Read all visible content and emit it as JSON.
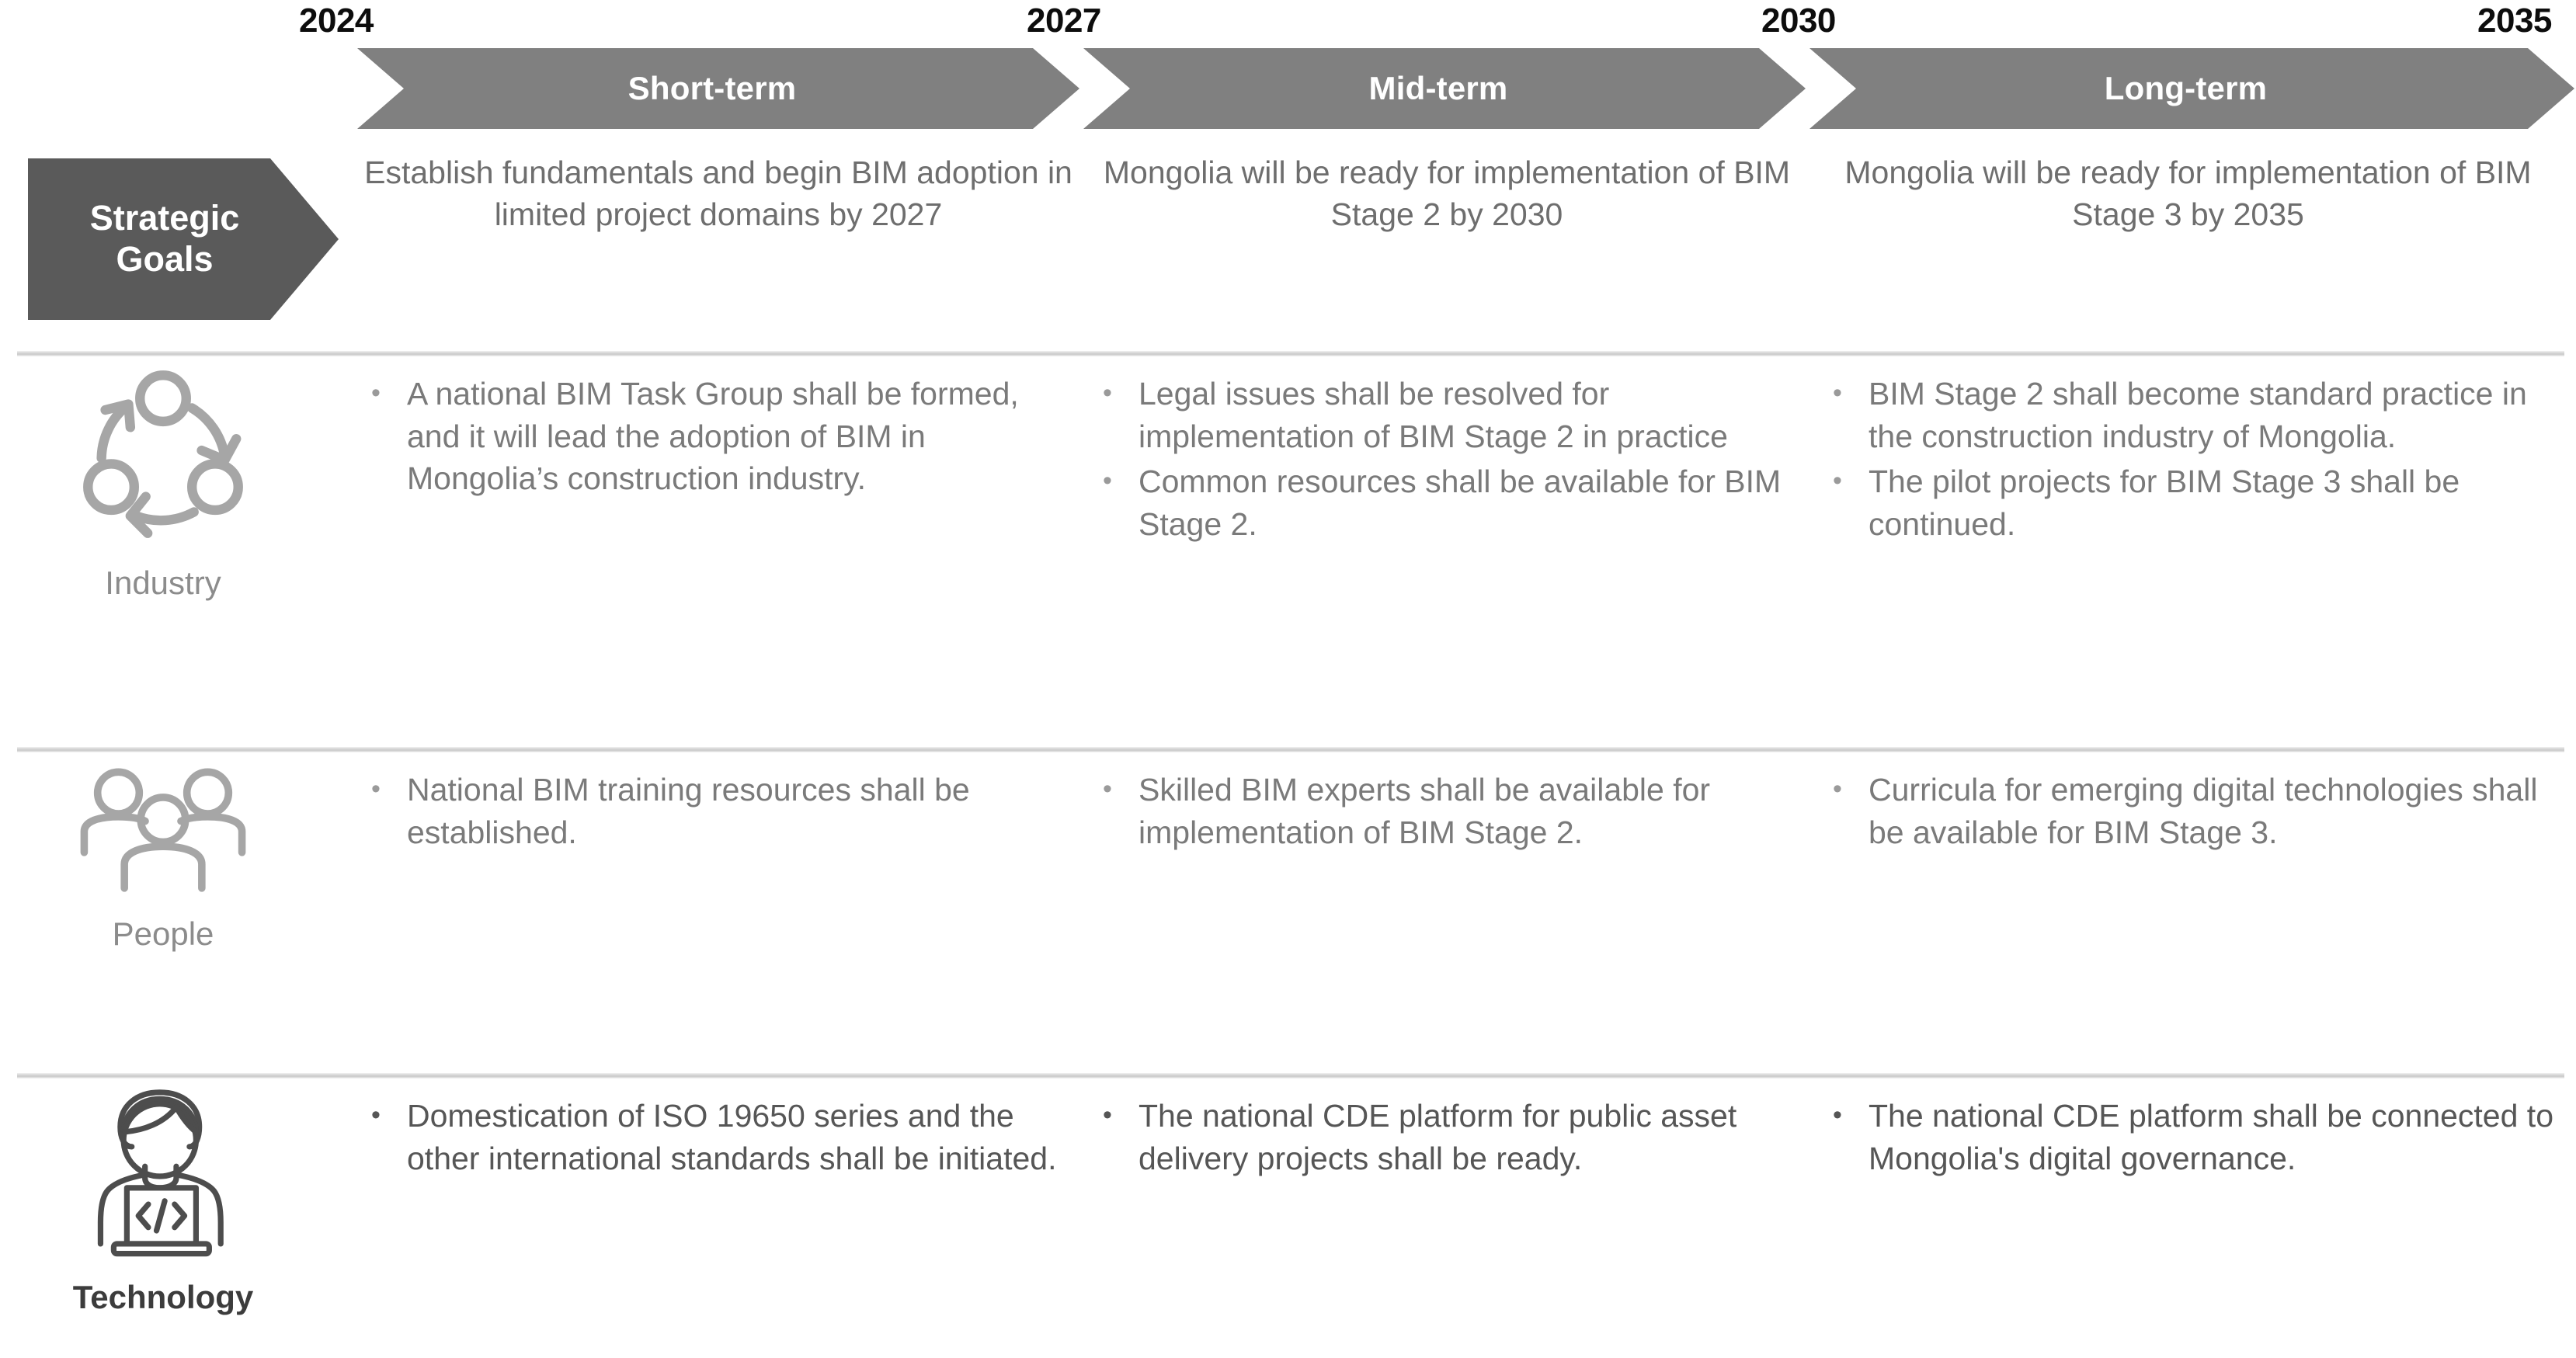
{
  "timeline": {
    "years": [
      {
        "value": "2024"
      },
      {
        "value": "2027"
      },
      {
        "value": "2030"
      },
      {
        "value": "2035"
      }
    ],
    "phases": [
      {
        "label": "Short-term"
      },
      {
        "label": "Mid-term"
      },
      {
        "label": "Long-term"
      }
    ]
  },
  "strategic_goals": {
    "tag_label_line1": "Strategic",
    "tag_label_line2": "Goals",
    "columns": [
      {
        "text": "Establish fundamentals and begin BIM adoption in limited project domains by 2027"
      },
      {
        "text": "Mongolia will be ready for implementation of BIM Stage 2 by 2030"
      },
      {
        "text": "Mongolia will be ready for implementation of BIM Stage 3 by 2035"
      }
    ]
  },
  "rows": [
    {
      "key": "industry",
      "label": "Industry",
      "icon": "cycle-arrows-icon",
      "columns": [
        {
          "bullets": [
            "A national BIM Task Group shall be formed, and it will lead the adoption of BIM in Mongolia’s construction industry."
          ]
        },
        {
          "bullets": [
            "Legal issues shall be resolved for implementation of BIM Stage 2 in practice",
            "Common resources shall be available for BIM Stage 2."
          ]
        },
        {
          "bullets": [
            "BIM Stage 2 shall become standard practice in the construction industry of Mongolia.",
            "The pilot projects for BIM Stage 3 shall be continued."
          ]
        }
      ]
    },
    {
      "key": "people",
      "label": "People",
      "icon": "people-group-icon",
      "columns": [
        {
          "bullets": [
            "National BIM training resources shall be established."
          ]
        },
        {
          "bullets": [
            "Skilled BIM experts shall be available for implementation of BIM Stage 2."
          ]
        },
        {
          "bullets": [
            "Curricula for emerging digital technologies shall be available for BIM Stage 3."
          ]
        }
      ]
    },
    {
      "key": "technology",
      "label": "Technology",
      "icon": "developer-laptop-code-icon",
      "columns": [
        {
          "bullets": [
            "Domestication of ISO 19650 series and the other international standards shall be initiated."
          ]
        },
        {
          "bullets": [
            "The national CDE platform for public asset delivery projects shall be ready."
          ]
        },
        {
          "bullets": [
            "The national CDE platform shall be connected to Mongolia's digital governance."
          ]
        }
      ]
    }
  ],
  "colors": {
    "chevron_fill": "#808080",
    "goals_tag_fill": "#5a5a5a",
    "body_text": "#7a7a7a",
    "year_text": "#0d0d0d",
    "divider": "#cccccc",
    "icon_stroke": "#a6a6a6",
    "technology_icon_stroke": "#4d4d4d"
  }
}
